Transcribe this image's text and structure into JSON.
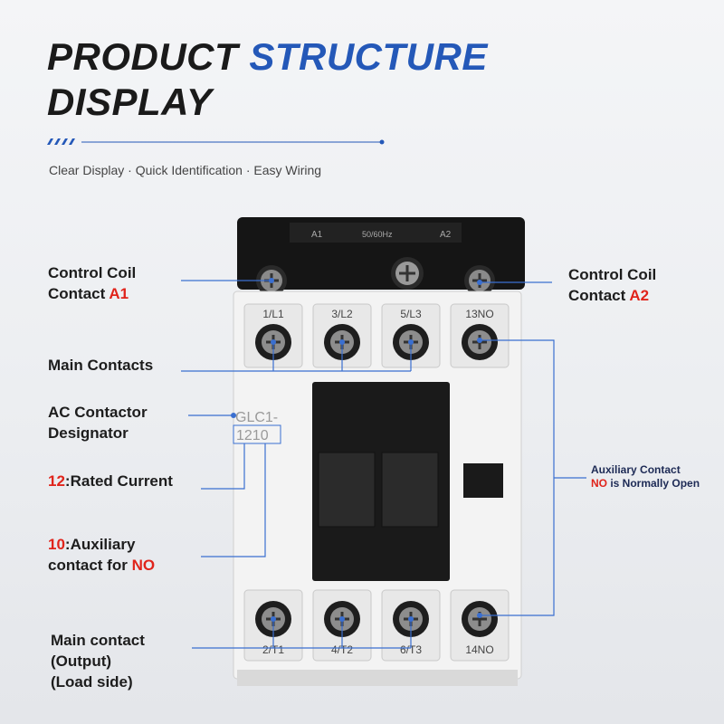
{
  "title": {
    "line1_a": "PRODUCT",
    "line1_b": "STRUCTURE",
    "line2": "DISPLAY"
  },
  "subtitle": "Clear Display · Quick Identification · Easy Wiring",
  "labels": {
    "coil_a1": {
      "line1": "Control Coil",
      "line2": "Contact",
      "code": "A1"
    },
    "coil_a2": {
      "line1": "Control Coil",
      "line2": "Contact",
      "code": "A2"
    },
    "main_contacts": "Main Contacts",
    "designator": {
      "line1": "AC Contactor",
      "line2": "Designator"
    },
    "rated_current": {
      "code": "12",
      "text": ":Rated Current"
    },
    "auxiliary": {
      "code": "10",
      "text": ":Auxiliary",
      "line2": "contact for",
      "no": "NO"
    },
    "output": {
      "line1": "Main contact",
      "line2": "(Output)",
      "line3": "(Load side)"
    },
    "aux_contact": {
      "line1": "Auxiliary Contact",
      "no": "NO",
      "line2": " is Normally Open"
    }
  },
  "device": {
    "model_line1": "GLC1-",
    "model_line2": "1210",
    "top_terminals": [
      "1/L1",
      "3/L2",
      "5/L3",
      "13NO"
    ],
    "bottom_terminals": [
      "2/T1",
      "4/T2",
      "6/T3",
      "14NO"
    ],
    "coil_label_left": "A1",
    "coil_label_right": "A2",
    "coil_rating": "50/60Hz"
  },
  "colors": {
    "accent": "#2458b8",
    "red": "#e0241b",
    "line": "#3a6fd0"
  }
}
